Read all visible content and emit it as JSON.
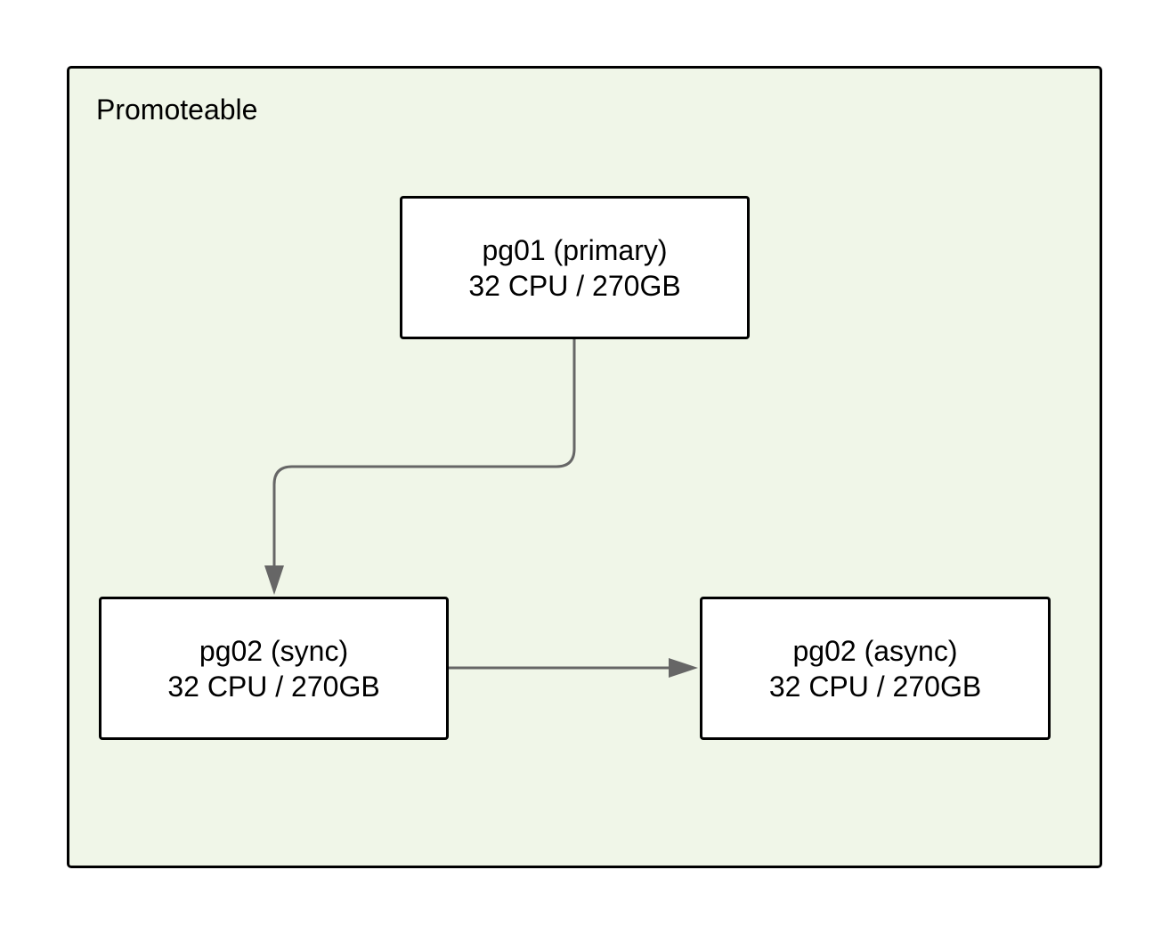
{
  "diagram": {
    "group": {
      "label": "Promoteable"
    },
    "nodes": {
      "primary": {
        "name": "pg01 (primary)",
        "spec": "32 CPU / 270GB"
      },
      "sync": {
        "name": "pg02 (sync)",
        "spec": "32 CPU / 270GB"
      },
      "async": {
        "name": "pg02 (async)",
        "spec": "32 CPU / 270GB"
      }
    },
    "edges": [
      {
        "from": "primary",
        "to": "sync"
      },
      {
        "from": "sync",
        "to": "async"
      }
    ],
    "colors": {
      "group_fill": "#f0f6e8",
      "border": "#000000",
      "edge": "#666666",
      "node_fill": "#ffffff"
    }
  }
}
